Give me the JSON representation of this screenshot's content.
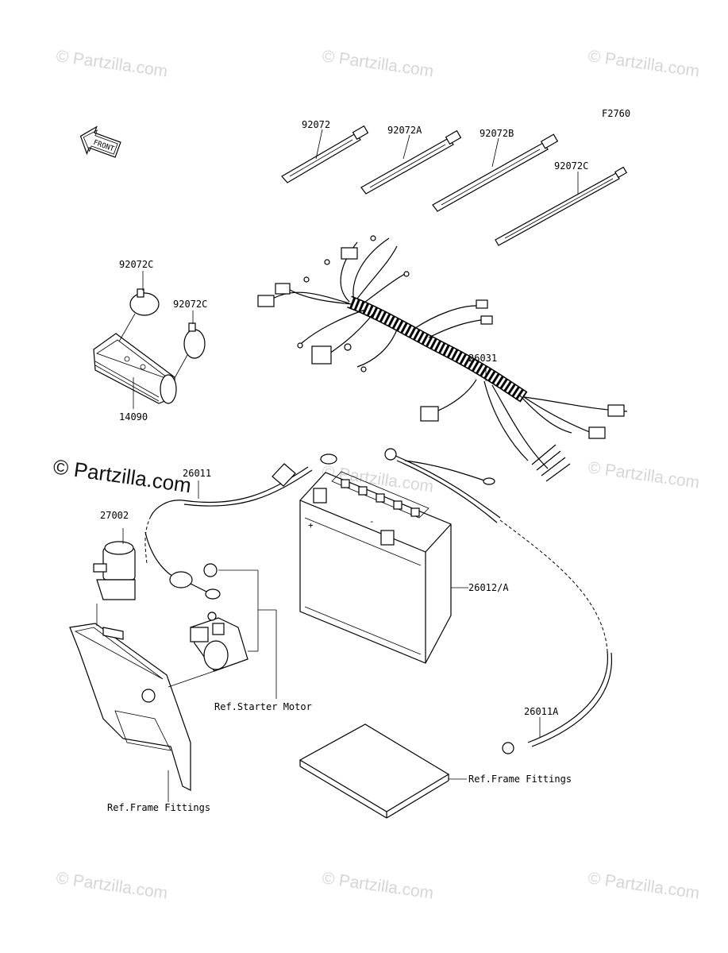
{
  "diagram_code": "F2760",
  "front_label": "FRONT",
  "parts": {
    "tie_92072": "92072",
    "tie_92072a": "92072A",
    "tie_92072b": "92072B",
    "tie_92072c_top": "92072C",
    "tie_92072c_left1": "92072C",
    "tie_92072c_left2": "92072C",
    "cover_14090": "14090",
    "harness_26031": "26031",
    "lead_26011": "26011",
    "relay_27002": "27002",
    "battery_26012a": "26012/A",
    "lead_26011a": "26011A"
  },
  "refs": {
    "starter_motor": "Ref.Starter Motor",
    "frame_fittings_left": "Ref.Frame Fittings",
    "frame_fittings_right": "Ref.Frame Fittings"
  },
  "watermark": {
    "brand": "© Partzilla.com",
    "faint": "© Partzilla.com"
  }
}
